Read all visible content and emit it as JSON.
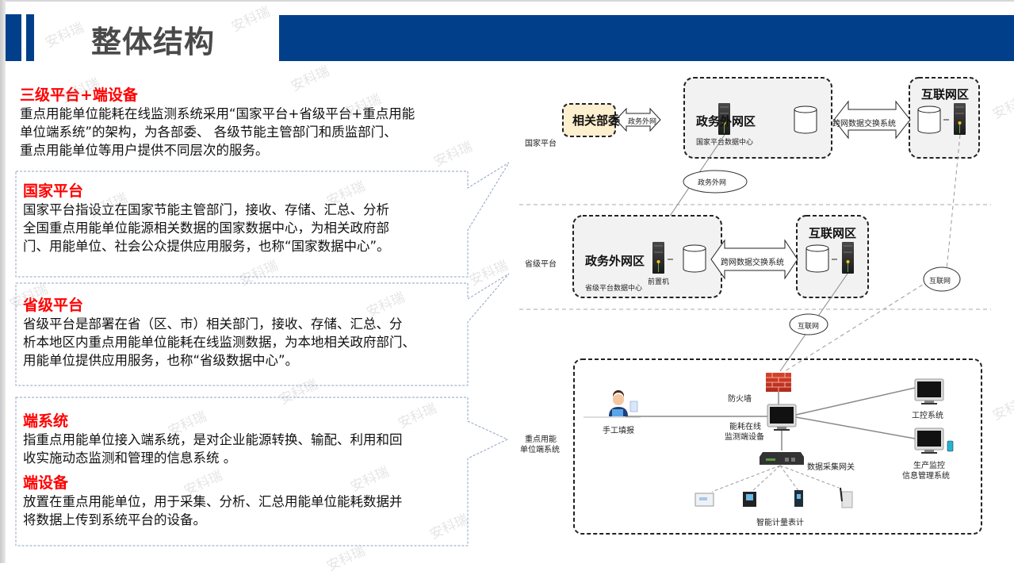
{
  "header": {
    "title": "整体结构",
    "accent_color": "#023f8b"
  },
  "intro": {
    "heading": "三级平台+端设备",
    "lines": [
      "重点用能单位能耗在线监测系统采用“国家平台+省级平台+重点用能",
      "单位端系统”的架构，为各部委、 各级节能主管部门和质监部门、",
      "重点用能单位等用户提供不同层次的服务。"
    ]
  },
  "national_box": {
    "heading": "国家平台",
    "lines": [
      "国家平台指设立在国家节能主管部门，接收、存储、汇总、分析",
      "全国重点用能单位能源相关数据的国家数据中心，为相关政府部",
      "门、用能单位、社会公众提供应用服务，也称“国家数据中心”。"
    ]
  },
  "provincial_box": {
    "heading": "省级平台",
    "lines": [
      "省级平台是部署在省（区、市）相关部门，接收、存储、汇总、分",
      "析本地区内重点用能单位能耗在线监测数据，为本地相关政府部门、",
      "用能单位提供应用服务，也称“省级数据中心”。"
    ]
  },
  "end_box": {
    "system_heading": "端系统",
    "system_lines": [
      "指重点用能单位接入端系统，是对企业能源转换、输配、利用和回",
      "收实施动态监测和管理的信息系统 。"
    ],
    "device_heading": "端设备",
    "device_lines": [
      "放置在重点用能单位，用于采集、分析、汇总用能单位能耗数据并",
      "将数据上传到系统平台的设备。"
    ]
  },
  "diagram": {
    "tiers": {
      "national": "国家平台",
      "provincial": "省级平台",
      "end_line1": "重点用能",
      "end_line2": "单位端系统"
    },
    "national": {
      "ministries": "相关部委",
      "gov_link": "政务外网",
      "gov_zone": "政务外网区",
      "gov_zone_sub": "国家平台数据中心",
      "exchange": "跨网数据交换系统",
      "internet_zone": "互联网区",
      "cloud": "政务外网"
    },
    "provincial": {
      "gov_zone": "政务外网区",
      "front_server": "前置机",
      "gov_zone_sub": "省级平台数据中心",
      "exchange": "跨网数据交换系统",
      "internet_zone": "互联网区",
      "cloud_right": "互联网",
      "cloud_bottom": "互联网"
    },
    "end": {
      "firewall": "防火墙",
      "manual": "手工填报",
      "monitor_line1": "能耗在线",
      "monitor_line2": "监测端设备",
      "industrial": "工控系统",
      "production_line1": "生产监控",
      "production_line2": "信息管理系统",
      "gateway": "数据采集网关",
      "meters": "智能计量表计"
    }
  },
  "watermark": "安科瑞"
}
